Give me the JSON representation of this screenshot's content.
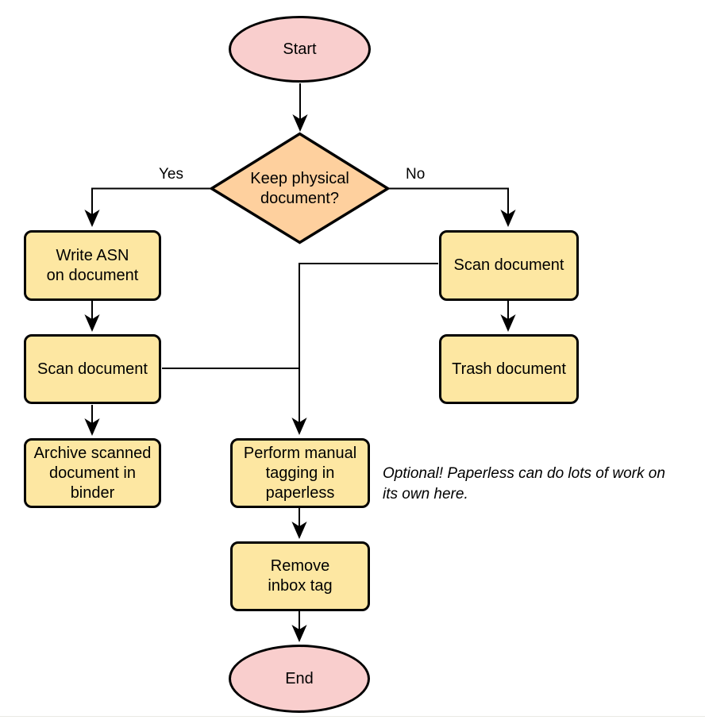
{
  "diagram": {
    "colors": {
      "terminator_fill": "#f9cecd",
      "decision_fill": "#fed09e",
      "process_fill": "#fde7a2",
      "stroke": "#000000"
    },
    "nodes": {
      "start": {
        "label": "Start",
        "type": "terminator"
      },
      "decision": {
        "label": "Keep physical\ndocument?",
        "type": "decision"
      },
      "write_asn": {
        "label": "Write ASN\non document",
        "type": "process"
      },
      "scan_left": {
        "label": "Scan document",
        "type": "process"
      },
      "archive": {
        "label": "Archive scanned\ndocument in\nbinder",
        "type": "process"
      },
      "scan_right": {
        "label": "Scan document",
        "type": "process"
      },
      "trash": {
        "label": "Trash document",
        "type": "process"
      },
      "tagging": {
        "label": "Perform manual\ntagging in\npaperless",
        "type": "process"
      },
      "remove_inbox": {
        "label": "Remove\ninbox tag",
        "type": "process"
      },
      "end": {
        "label": "End",
        "type": "terminator"
      }
    },
    "edge_labels": {
      "yes": "Yes",
      "no": "No"
    },
    "note": "Optional! Paperless can do lots of work on\nits own here."
  }
}
